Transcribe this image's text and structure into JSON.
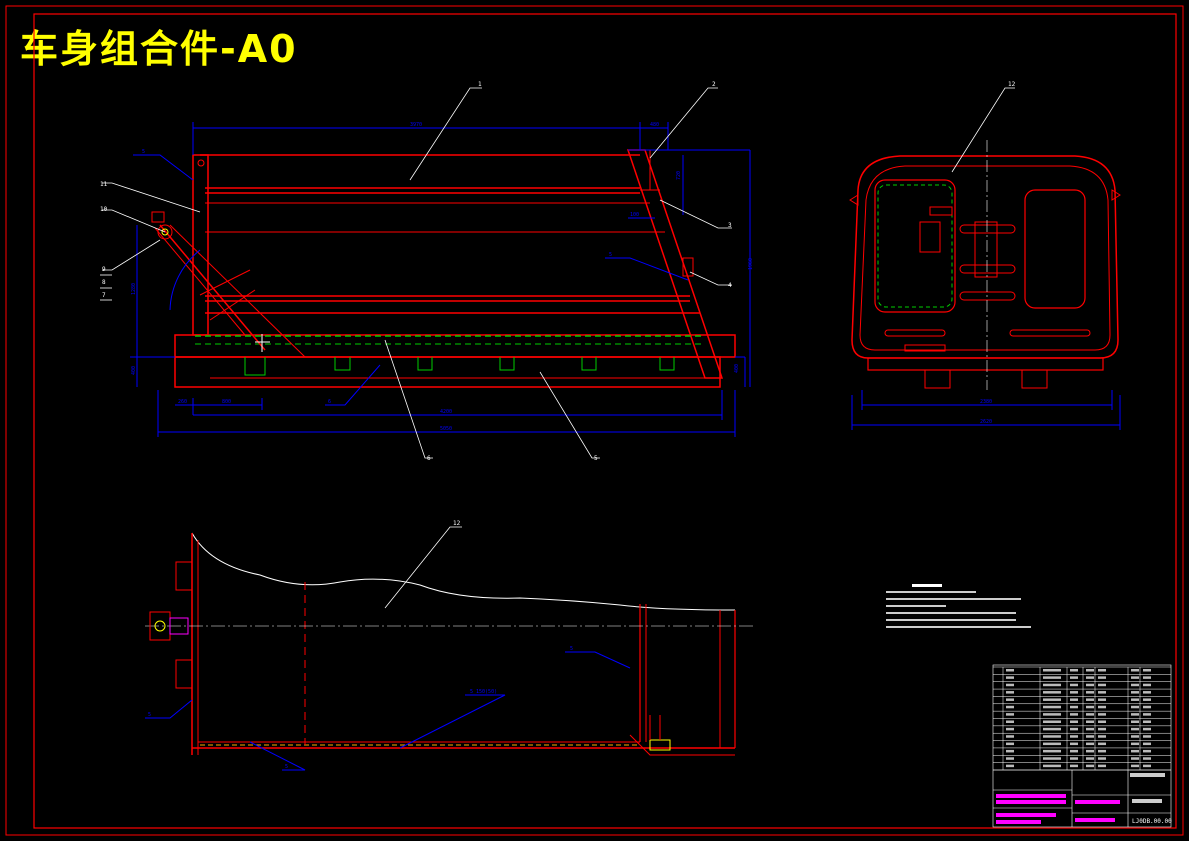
{
  "drawing": {
    "title": "车身组合件-A0"
  },
  "callouts": {
    "c1": "1",
    "c2": "2",
    "c3": "3",
    "c4": "4",
    "c5": "5",
    "c6": "6",
    "c7": "7",
    "c8": "8",
    "c9": "9",
    "c10": "10",
    "c11": "11",
    "c12_top": "12",
    "c12_bottom": "12"
  },
  "title_block": {
    "row_count": 14,
    "drawing_number": "LJ0DB.00.00"
  },
  "colors": {
    "background": "#000000",
    "border": "#ff0000",
    "outline": "#ff0000",
    "dimension": "#0000ff",
    "leader": "#ffffff",
    "hidden": "#00cc00",
    "title": "#ffff00",
    "table_accent": "#ff00ff"
  }
}
